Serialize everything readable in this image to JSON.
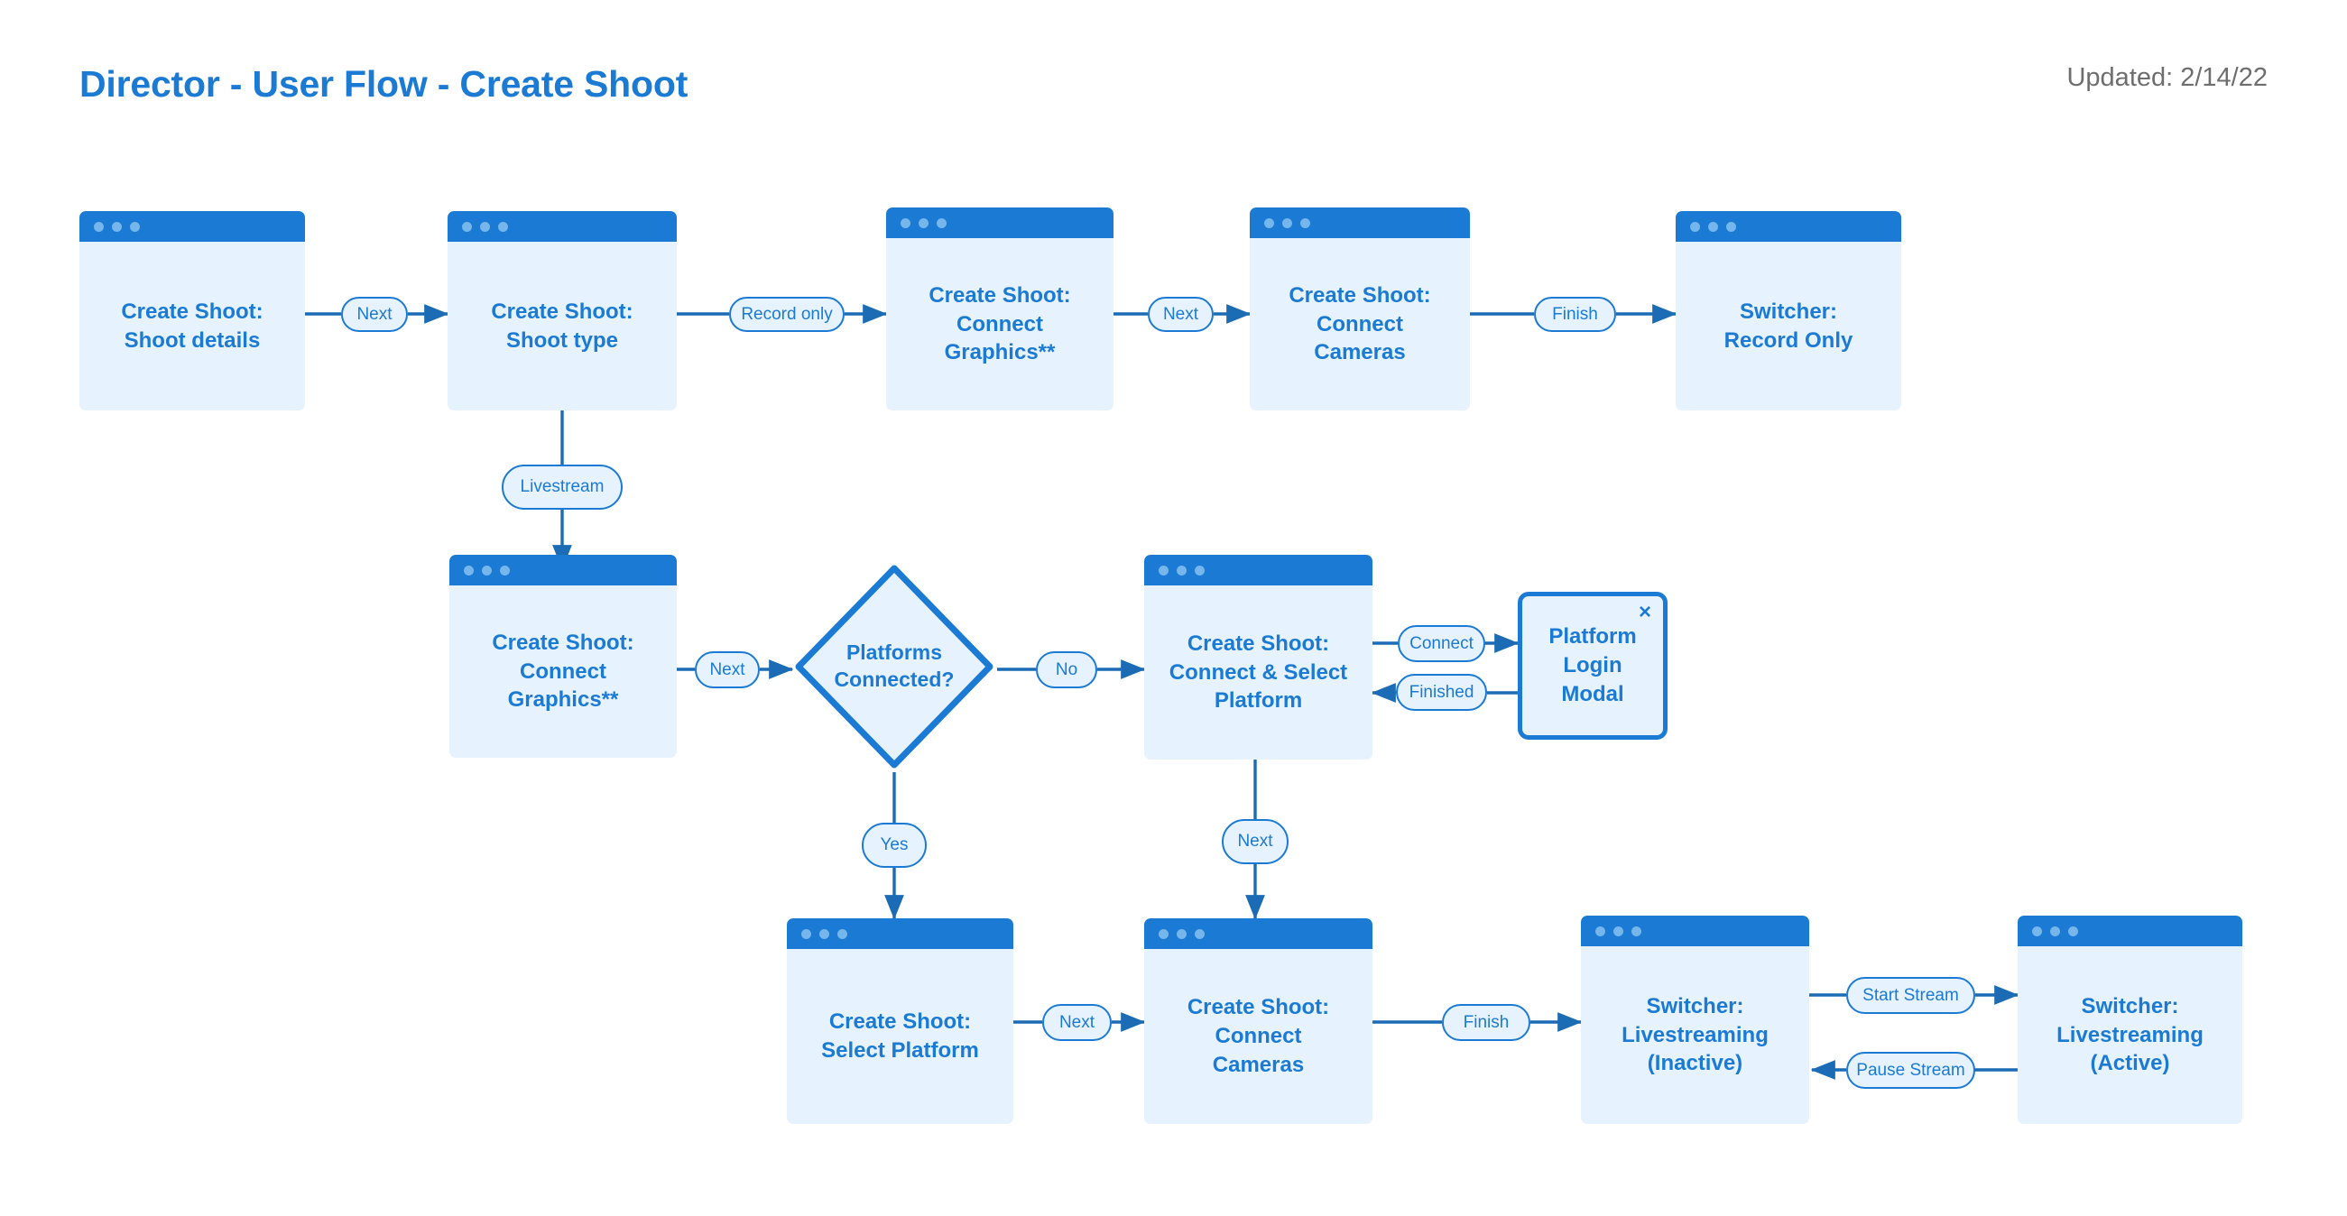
{
  "header": {
    "title": "Director - User Flow - Create Shoot",
    "updated": "Updated: 2/14/22"
  },
  "colors": {
    "accent": "#1b7ad4",
    "node_fill": "#e6f2fd",
    "window_bar": "#1b7ad4",
    "window_dot": "#75b6ec",
    "connector": "#1b6cb5",
    "title": "#1b7ad4",
    "updated_text": "#6e6e6e",
    "background": "#ffffff"
  },
  "chart_data": {
    "type": "diagram",
    "subtype": "flowchart",
    "title": "Director - User Flow - Create Shoot",
    "nodes": [
      {
        "id": "shoot_details",
        "shape": "browser-window",
        "label": "Create Shoot:\nShoot details"
      },
      {
        "id": "shoot_type",
        "shape": "browser-window",
        "label": "Create Shoot:\nShoot type"
      },
      {
        "id": "connect_graphics_rec",
        "shape": "browser-window",
        "label": "Create Shoot:\nConnect\nGraphics**"
      },
      {
        "id": "connect_cameras_rec",
        "shape": "browser-window",
        "label": "Create Shoot:\nConnect\nCameras"
      },
      {
        "id": "switcher_record_only",
        "shape": "browser-window",
        "label": "Switcher:\nRecord Only"
      },
      {
        "id": "connect_graphics_live",
        "shape": "browser-window",
        "label": "Create Shoot:\nConnect\nGraphics**"
      },
      {
        "id": "platforms_connected",
        "shape": "diamond",
        "label": "Platforms\nConnected?"
      },
      {
        "id": "connect_select_plat",
        "shape": "browser-window",
        "label": "Create Shoot:\nConnect & Select\nPlatform"
      },
      {
        "id": "platform_login_modal",
        "shape": "modal",
        "label": "Platform\nLogin\nModal"
      },
      {
        "id": "select_platform",
        "shape": "browser-window",
        "label": "Create Shoot:\nSelect Platform"
      },
      {
        "id": "connect_cameras_live",
        "shape": "browser-window",
        "label": "Create Shoot:\nConnect\nCameras"
      },
      {
        "id": "switcher_inactive",
        "shape": "browser-window",
        "label": "Switcher:\nLivestreaming\n(Inactive)"
      },
      {
        "id": "switcher_active",
        "shape": "browser-window",
        "label": "Switcher:\nLivestreaming\n(Active)"
      }
    ],
    "edges": [
      {
        "from": "shoot_details",
        "to": "shoot_type",
        "label": "Next"
      },
      {
        "from": "shoot_type",
        "to": "connect_graphics_rec",
        "label": "Record only"
      },
      {
        "from": "connect_graphics_rec",
        "to": "connect_cameras_rec",
        "label": "Next"
      },
      {
        "from": "connect_cameras_rec",
        "to": "switcher_record_only",
        "label": "Finish"
      },
      {
        "from": "shoot_type",
        "to": "connect_graphics_live",
        "label": "Livestream"
      },
      {
        "from": "connect_graphics_live",
        "to": "platforms_connected",
        "label": "Next"
      },
      {
        "from": "platforms_connected",
        "to": "connect_select_plat",
        "label": "No"
      },
      {
        "from": "platforms_connected",
        "to": "select_platform",
        "label": "Yes"
      },
      {
        "from": "connect_select_plat",
        "to": "platform_login_modal",
        "label": "Connect"
      },
      {
        "from": "platform_login_modal",
        "to": "connect_select_plat",
        "label": "Finished"
      },
      {
        "from": "connect_select_plat",
        "to": "connect_cameras_live",
        "label": "Next"
      },
      {
        "from": "select_platform",
        "to": "connect_cameras_live",
        "label": "Next"
      },
      {
        "from": "connect_cameras_live",
        "to": "switcher_inactive",
        "label": "Finish"
      },
      {
        "from": "switcher_inactive",
        "to": "switcher_active",
        "label": "Start Stream"
      },
      {
        "from": "switcher_active",
        "to": "switcher_inactive",
        "label": "Pause Stream"
      }
    ]
  },
  "nodes": {
    "shoot_details": {
      "label": "Create Shoot:\nShoot details"
    },
    "shoot_type": {
      "label": "Create Shoot:\nShoot type"
    },
    "connect_graphics_rec": {
      "label": "Create Shoot:\nConnect\nGraphics**"
    },
    "connect_cameras_rec": {
      "label": "Create Shoot:\nConnect\nCameras"
    },
    "switcher_record_only": {
      "label": "Switcher:\nRecord Only"
    },
    "connect_graphics_live": {
      "label": "Create Shoot:\nConnect\nGraphics**"
    },
    "platforms_connected": {
      "label": "Platforms\nConnected?"
    },
    "connect_select_plat": {
      "label": "Create Shoot:\nConnect & Select\nPlatform"
    },
    "platform_login_modal": {
      "label": "Platform\nLogin\nModal",
      "close": "×"
    },
    "select_platform": {
      "label": "Create Shoot:\nSelect Platform"
    },
    "connect_cameras_live": {
      "label": "Create Shoot:\nConnect\nCameras"
    },
    "switcher_inactive": {
      "label": "Switcher:\nLivestreaming\n(Inactive)"
    },
    "switcher_active": {
      "label": "Switcher:\nLivestreaming\n(Active)"
    }
  },
  "edge_labels": {
    "next_1": "Next",
    "record_only": "Record only",
    "next_2": "Next",
    "finish_1": "Finish",
    "livestream": "Livestream",
    "next_3": "Next",
    "no": "No",
    "yes": "Yes",
    "connect": "Connect",
    "finished": "Finished",
    "next_4": "Next",
    "next_5": "Next",
    "finish_2": "Finish",
    "start_stream": "Start Stream",
    "pause_stream": "Pause Stream"
  }
}
